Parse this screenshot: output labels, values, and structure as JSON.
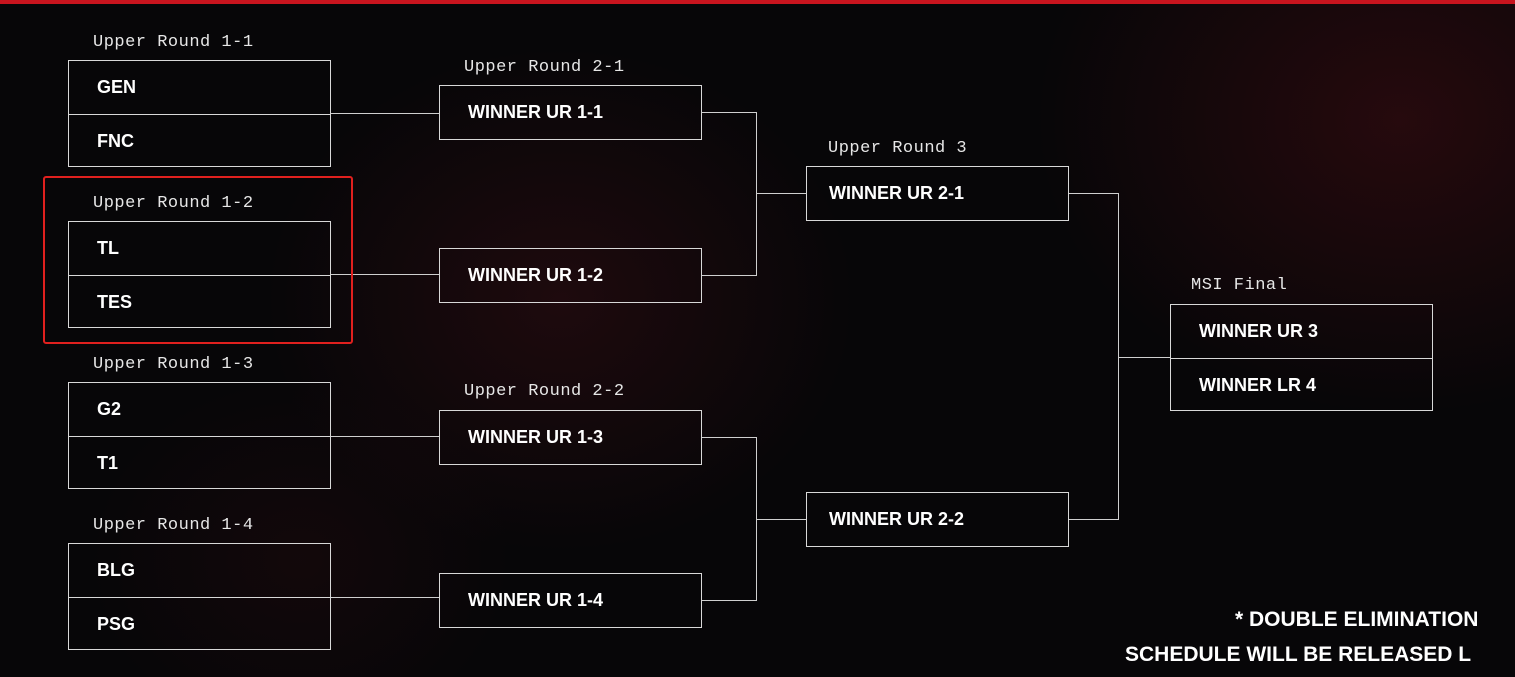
{
  "bracket": {
    "labels": {
      "ur1_1": "Upper Round 1-1",
      "ur1_2": "Upper Round 1-2",
      "ur1_3": "Upper Round 1-3",
      "ur1_4": "Upper Round 1-4",
      "ur2_1": "Upper Round 2-1",
      "ur2_2": "Upper Round 2-2",
      "ur3": "Upper Round 3",
      "final": "MSI Final"
    },
    "round1": [
      {
        "team_a": "GEN",
        "team_b": "FNC"
      },
      {
        "team_a": "TL",
        "team_b": "TES"
      },
      {
        "team_a": "G2",
        "team_b": "T1"
      },
      {
        "team_a": "BLG",
        "team_b": "PSG"
      }
    ],
    "round2": [
      "WINNER UR 1-1",
      "WINNER UR 1-2",
      "WINNER UR 1-3",
      "WINNER UR 1-4"
    ],
    "round3": [
      "WINNER UR 2-1",
      "WINNER UR 2-2"
    ],
    "final": {
      "slot_a": "WINNER UR 3",
      "slot_b": "WINNER LR 4"
    }
  },
  "footnote": {
    "line1": "* DOUBLE ELIMINATION",
    "line2": "SCHEDULE WILL BE RELEASED L"
  },
  "colors": {
    "accent": "#c8141e",
    "highlight": "#e0201e",
    "line": "#d8d8d8",
    "background": "#070608"
  }
}
